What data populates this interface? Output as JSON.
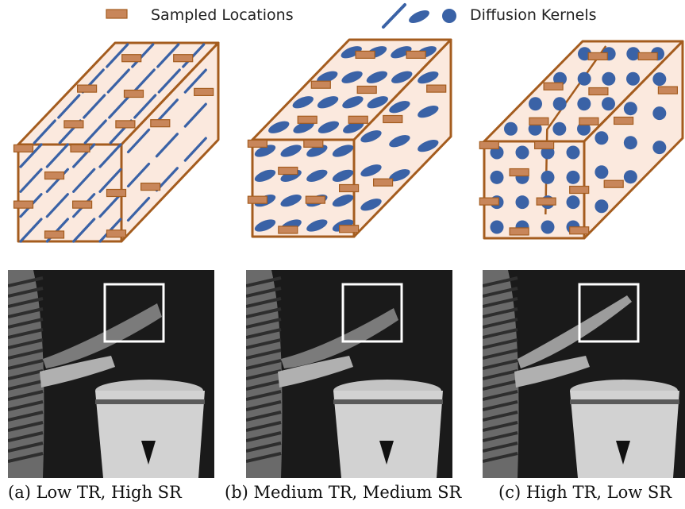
{
  "legend": {
    "sampled_label": "Sampled Locations",
    "kernels_label": "Diffusion Kernels"
  },
  "colors": {
    "cube_face": "#fbe9de",
    "cube_edge": "#a45c1e",
    "sample_rect": "#c8865a",
    "kernel": "#3a62a6",
    "roi_box": "#ffffff"
  },
  "panels": [
    {
      "id": "a",
      "kernel_shape": "needle",
      "caption": "(a) Low TR, High SR"
    },
    {
      "id": "b",
      "kernel_shape": "ellipse",
      "caption": "(b) Medium TR, Medium SR"
    },
    {
      "id": "c",
      "kernel_shape": "circle",
      "caption": "(c) High TR, Low SR"
    }
  ]
}
